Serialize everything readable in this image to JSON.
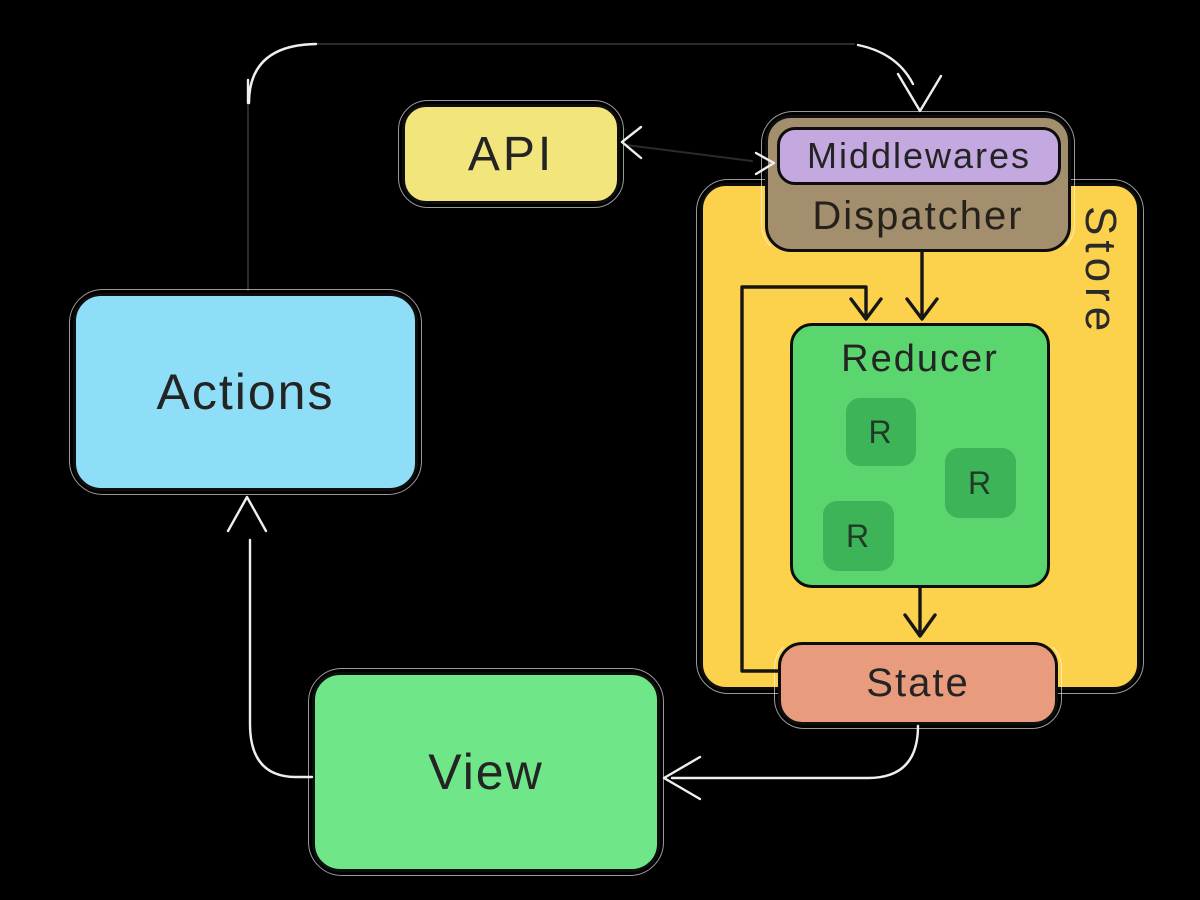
{
  "background": "#000000",
  "nodes": {
    "api": {
      "label": "API",
      "fill": "#F1E57B"
    },
    "actions": {
      "label": "Actions",
      "fill": "#8DDEF6"
    },
    "view": {
      "label": "View",
      "fill": "#6FE788"
    },
    "store": {
      "label": "Store",
      "fill": "#FCD24D"
    },
    "dispatcher": {
      "label": "Dispatcher",
      "fill": "#A38E6D"
    },
    "middlewares": {
      "label": "Middlewares",
      "fill": "#C4A8E0"
    },
    "reducer": {
      "label": "Reducer",
      "fill": "#5BD56E"
    },
    "state": {
      "label": "State",
      "fill": "#E99C7D"
    },
    "r_items": [
      {
        "label": "R",
        "fill": "#3DB457"
      },
      {
        "label": "R",
        "fill": "#3DB457"
      },
      {
        "label": "R",
        "fill": "#3DB457"
      }
    ]
  },
  "edges": [
    {
      "from": "actions",
      "to": "dispatcher",
      "note": "curved line across the top into Store"
    },
    {
      "from": "middlewares",
      "to": "api",
      "note": "left-pointing arrowhead at API right edge"
    },
    {
      "from": "api",
      "to": "middlewares",
      "note": "right-pointing arrowhead at Middlewares left edge"
    },
    {
      "from": "dispatcher",
      "to": "reducer"
    },
    {
      "from": "state",
      "to": "reducer",
      "note": "loop up the left side inside Store"
    },
    {
      "from": "reducer",
      "to": "state"
    },
    {
      "from": "state",
      "to": "view"
    },
    {
      "from": "view",
      "to": "actions"
    }
  ]
}
